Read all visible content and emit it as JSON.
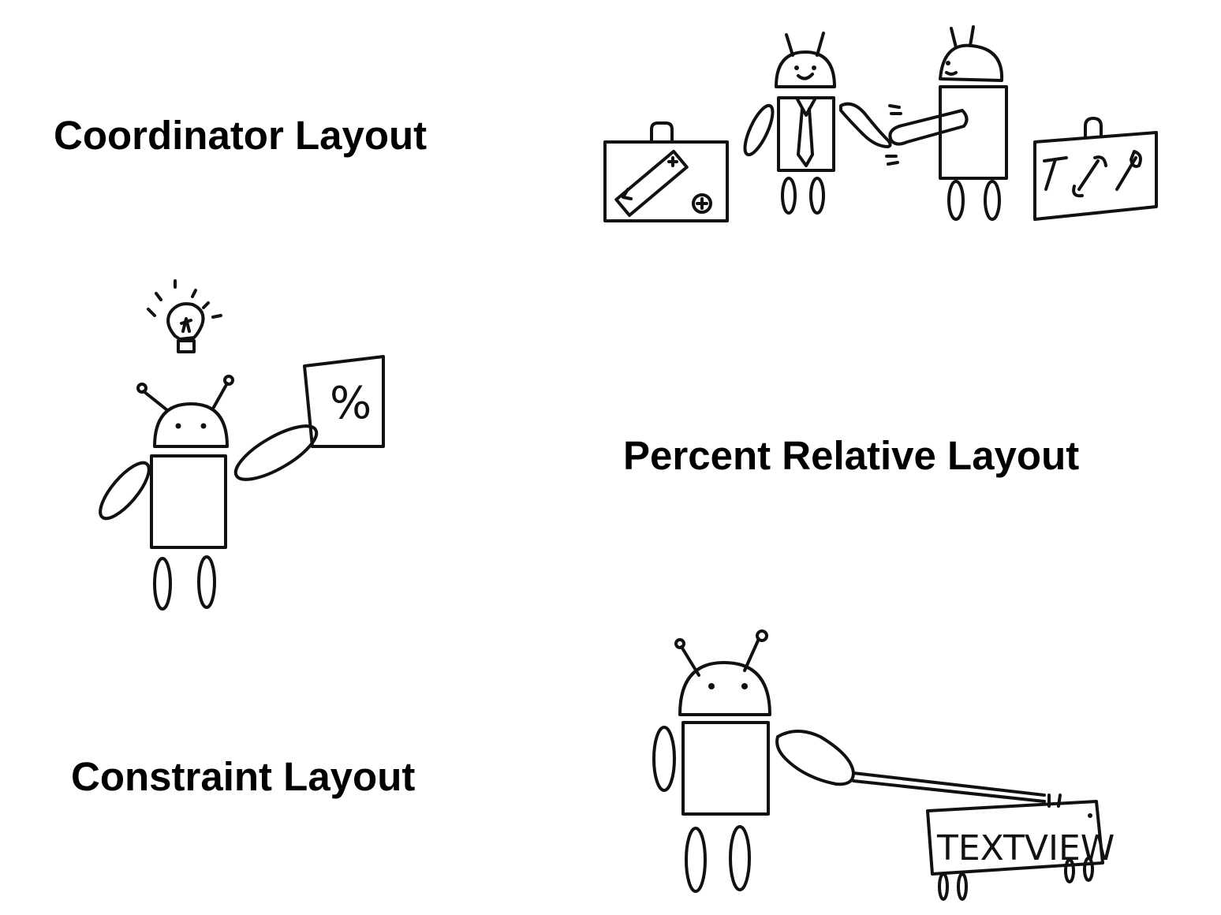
{
  "labels": {
    "coordinator": "Coordinator Layout",
    "percent_relative": "Percent Relative Layout",
    "constraint": "Constraint Layout"
  },
  "sketch_text": {
    "sign": "TEXTVIEW",
    "percent_card": "%"
  }
}
